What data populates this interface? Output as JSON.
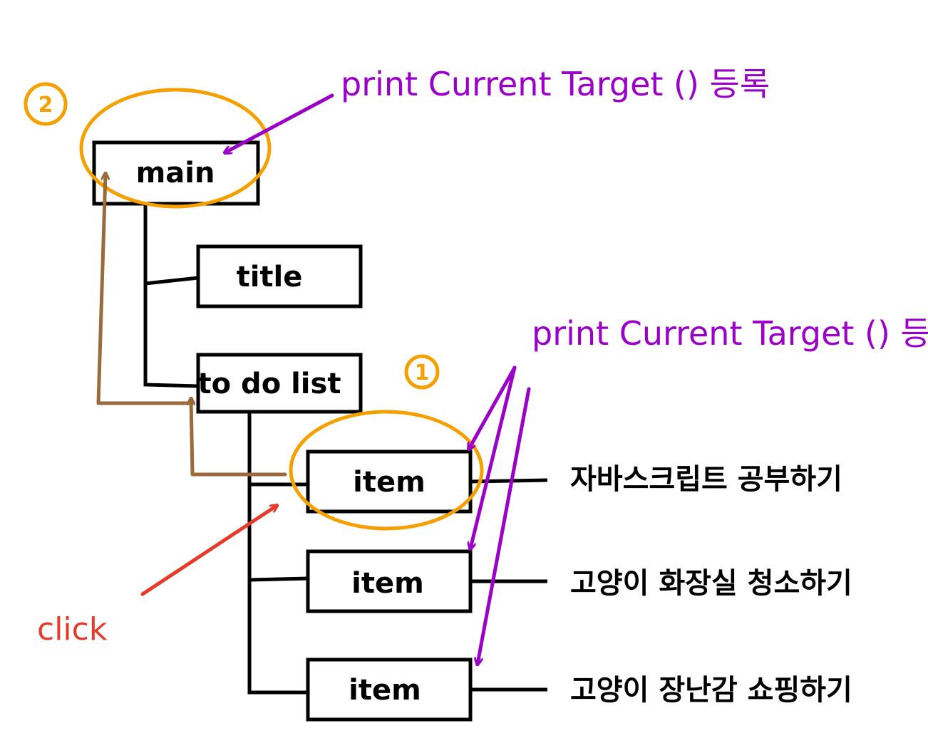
{
  "colors": {
    "box_stroke": "#000000",
    "highlight_orange": "#f5a000",
    "annotation_purple": "#9a00c8",
    "bubble_brown": "#9a6a3a",
    "click_red": "#e83a2a"
  },
  "step_markers": {
    "first": "1",
    "second": "2"
  },
  "annotations": {
    "main_handler": "print Current Target () 등록",
    "item_handler": "print Current Target () 등록",
    "click": "click"
  },
  "nodes": {
    "main": "main",
    "title": "title",
    "todo_list": "to do list",
    "items": [
      {
        "label": "item",
        "text": "자바스크립트 공부하기"
      },
      {
        "label": "item",
        "text": "고양이 화장실 청소하기"
      },
      {
        "label": "item",
        "text": "고양이 장난감 쇼핑하기"
      }
    ]
  }
}
